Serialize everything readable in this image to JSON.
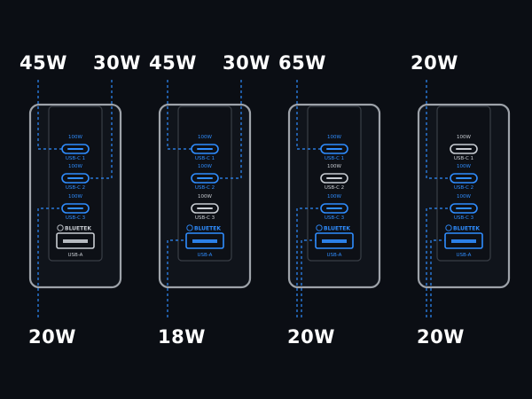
{
  "brand": "BLUETEK",
  "port_labels": {
    "watt": "100W",
    "c1": "USB-C 1",
    "c2": "USB-C 2",
    "c3": "USB-C 3",
    "a": "USB-A"
  },
  "colors": {
    "background": "#0b0e14",
    "active": "#2f8dff",
    "inactive": "#c9cdd3",
    "device_outline": "#9ea3aa",
    "callout_text": "#ffffff"
  },
  "chargers": [
    {
      "top_left_watt": "45W",
      "top_right_watt": "30W",
      "bottom_watt": "20W",
      "ports_active": {
        "c1": true,
        "c2": true,
        "c3": true,
        "a": false
      }
    },
    {
      "top_left_watt": "45W",
      "top_right_watt": "30W",
      "bottom_watt": "18W",
      "ports_active": {
        "c1": true,
        "c2": true,
        "c3": false,
        "a": true
      }
    },
    {
      "top_left_watt": "65W",
      "top_right_watt": "",
      "bottom_watt": "20W",
      "ports_active": {
        "c1": true,
        "c2": false,
        "c3": true,
        "a": true
      }
    },
    {
      "top_left_watt": "20W",
      "top_right_watt": "",
      "bottom_watt": "20W",
      "ports_active": {
        "c1": false,
        "c2": true,
        "c3": true,
        "a": true
      }
    }
  ]
}
